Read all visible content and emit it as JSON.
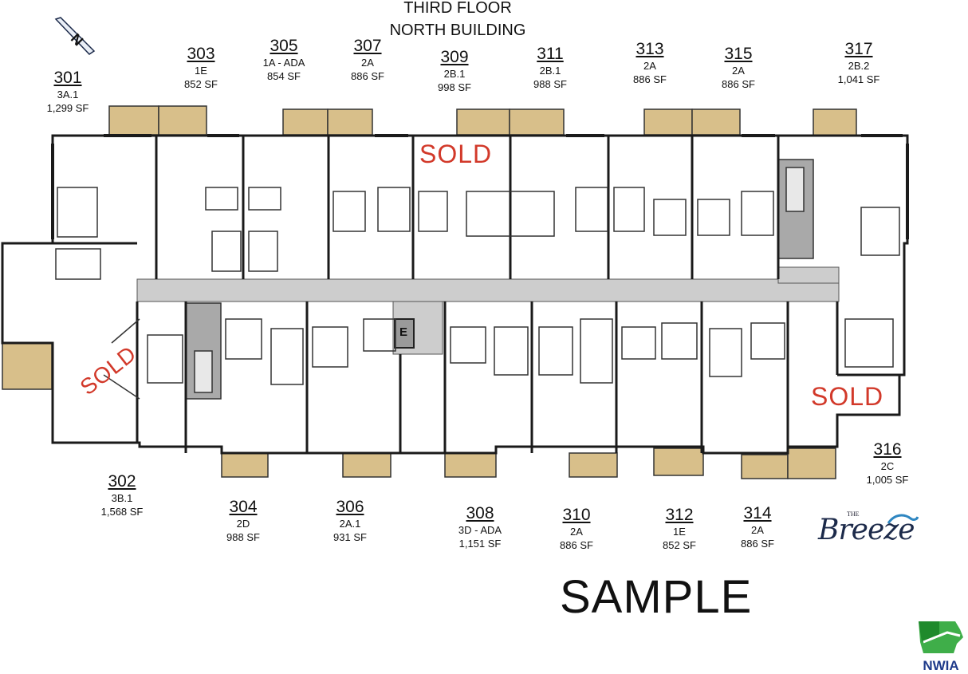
{
  "title": {
    "line1": "THIRD FLOOR",
    "line2": "NORTH BUILDING"
  },
  "units_north": [
    {
      "number": "301",
      "type": "3A.1",
      "sf": "1,299 SF"
    },
    {
      "number": "303",
      "type": "1E",
      "sf": "852 SF"
    },
    {
      "number": "305",
      "type": "1A - ADA",
      "sf": "854 SF"
    },
    {
      "number": "307",
      "type": "2A",
      "sf": "886 SF"
    },
    {
      "number": "309",
      "type": "2B.1",
      "sf": "998 SF"
    },
    {
      "number": "311",
      "type": "2B.1",
      "sf": "988 SF"
    },
    {
      "number": "313",
      "type": "2A",
      "sf": "886 SF"
    },
    {
      "number": "315",
      "type": "2A",
      "sf": "886 SF"
    },
    {
      "number": "317",
      "type": "2B.2",
      "sf": "1,041 SF"
    }
  ],
  "units_south": [
    {
      "number": "302",
      "type": "3B.1",
      "sf": "1,568 SF"
    },
    {
      "number": "304",
      "type": "2D",
      "sf": "988 SF"
    },
    {
      "number": "306",
      "type": "2A.1",
      "sf": "931 SF"
    },
    {
      "number": "308",
      "type": "3D - ADA",
      "sf": "1,151 SF"
    },
    {
      "number": "310",
      "type": "2A",
      "sf": "886 SF"
    },
    {
      "number": "312",
      "type": "1E",
      "sf": "852 SF"
    },
    {
      "number": "314",
      "type": "2A",
      "sf": "886 SF"
    },
    {
      "number": "316",
      "type": "2C",
      "sf": "1,005 SF"
    }
  ],
  "sold_label": "SOLD",
  "elevator_label": "E",
  "compass_label": "N",
  "watermark": "SAMPLE",
  "logo": {
    "the": "THE",
    "name": "Breeze"
  },
  "brand": "NWIA",
  "colors": {
    "sold": "#d2392a",
    "balcony": "#d8bf8a",
    "corridor": "#cdcdcd",
    "stair": "#a9a9a9",
    "wall": "#1a1a1a"
  }
}
